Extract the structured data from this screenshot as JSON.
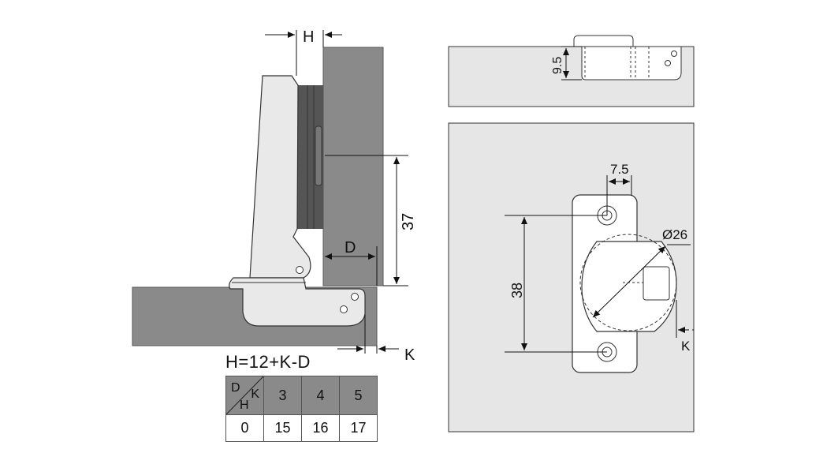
{
  "labels": {
    "h": "H",
    "k_left": "K",
    "k_right": "K",
    "d": "D",
    "dim_37": "37",
    "dim_9_5": "9.5",
    "dim_7_5": "7.5",
    "dim_38": "38",
    "dim_26": "Ø26"
  },
  "formula": "H=12+K-D",
  "table": {
    "corner": {
      "d": "D",
      "k": "K",
      "h": "H"
    },
    "k_values": [
      "3",
      "4",
      "5"
    ],
    "row_d": "0",
    "h_values": [
      "15",
      "16",
      "17"
    ]
  },
  "colors": {
    "panel": "#8a8a8a",
    "light_panel": "#e6e6e6",
    "hinge": "#e9e9e9",
    "line": "#222222"
  }
}
